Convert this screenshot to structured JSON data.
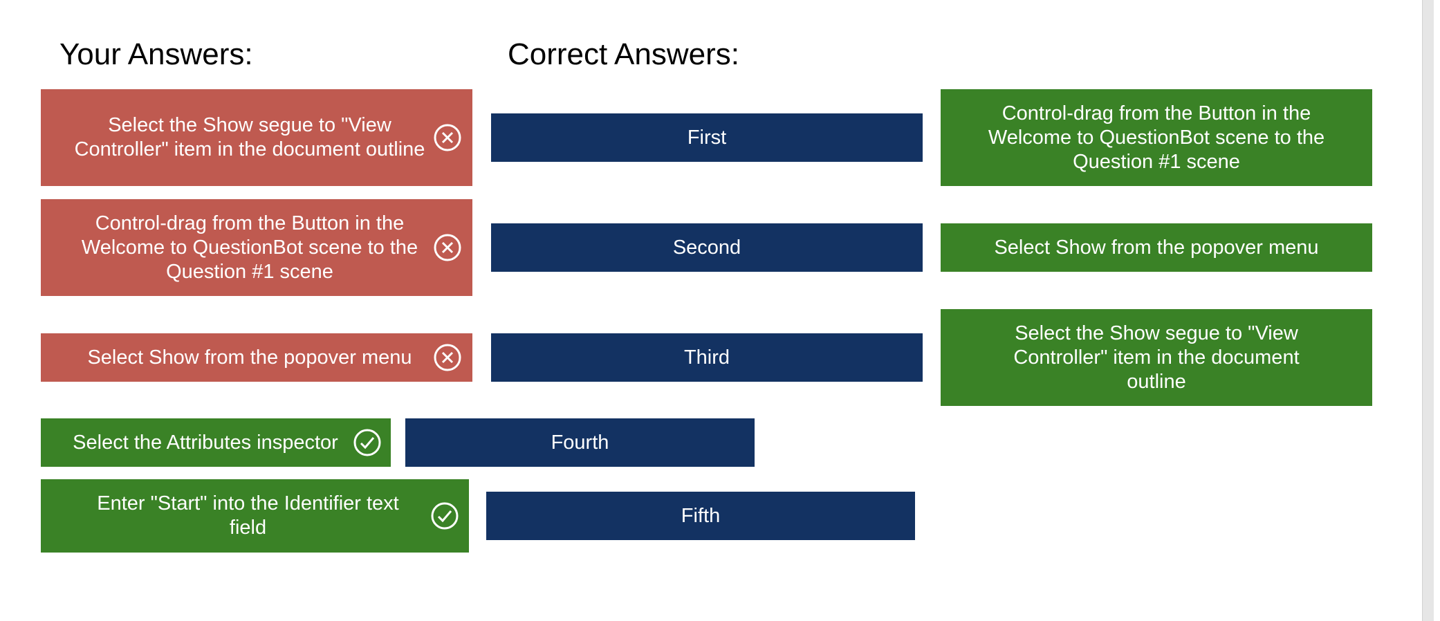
{
  "headings": {
    "your_answers": "Your Answers:",
    "correct_answers": "Correct Answers:"
  },
  "colors": {
    "incorrect": "#bf5a50",
    "correct": "#3a8226",
    "slot": "#133262"
  },
  "your_answers": [
    {
      "text": "Select the Show segue to \"View Controller\" item in the document outline",
      "status": "incorrect",
      "icon": "x-circle-icon"
    },
    {
      "text": "Control-drag from the Button in the Welcome to QuestionBot scene to the Question #1 scene",
      "status": "incorrect",
      "icon": "x-circle-icon"
    },
    {
      "text": "Select Show from the popover menu",
      "status": "incorrect",
      "icon": "x-circle-icon"
    },
    {
      "text": "Select the Attributes inspector",
      "status": "correct",
      "icon": "check-circle-icon"
    },
    {
      "text": "Enter \"Start\" into the Identifier text field",
      "status": "correct",
      "icon": "check-circle-icon"
    }
  ],
  "slots": [
    "First",
    "Second",
    "Third",
    "Fourth",
    "Fifth"
  ],
  "correct_answers": [
    {
      "text": "Control-drag from the Button in the Welcome to QuestionBot scene to the Question #1 scene"
    },
    {
      "text": "Select Show from the popover menu"
    },
    {
      "text": "Select the Show segue to \"View Controller\" item in the document outline"
    }
  ]
}
